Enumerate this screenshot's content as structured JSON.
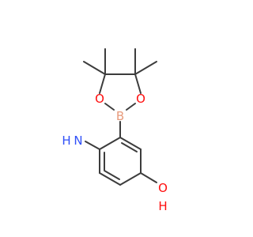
{
  "molecule": {
    "atom_labels": {
      "oxygen_left": "O",
      "oxygen_right": "O",
      "boron": "B",
      "amine_h": "H",
      "amine_n": "N",
      "hydroxyl_o": "O",
      "hydroxyl_h": "H"
    },
    "colors": {
      "bond": "#3c3c3c",
      "oxygen": "#ff0d0d",
      "boron": "#e89b7c",
      "nitrogen": "#3050f8"
    }
  }
}
